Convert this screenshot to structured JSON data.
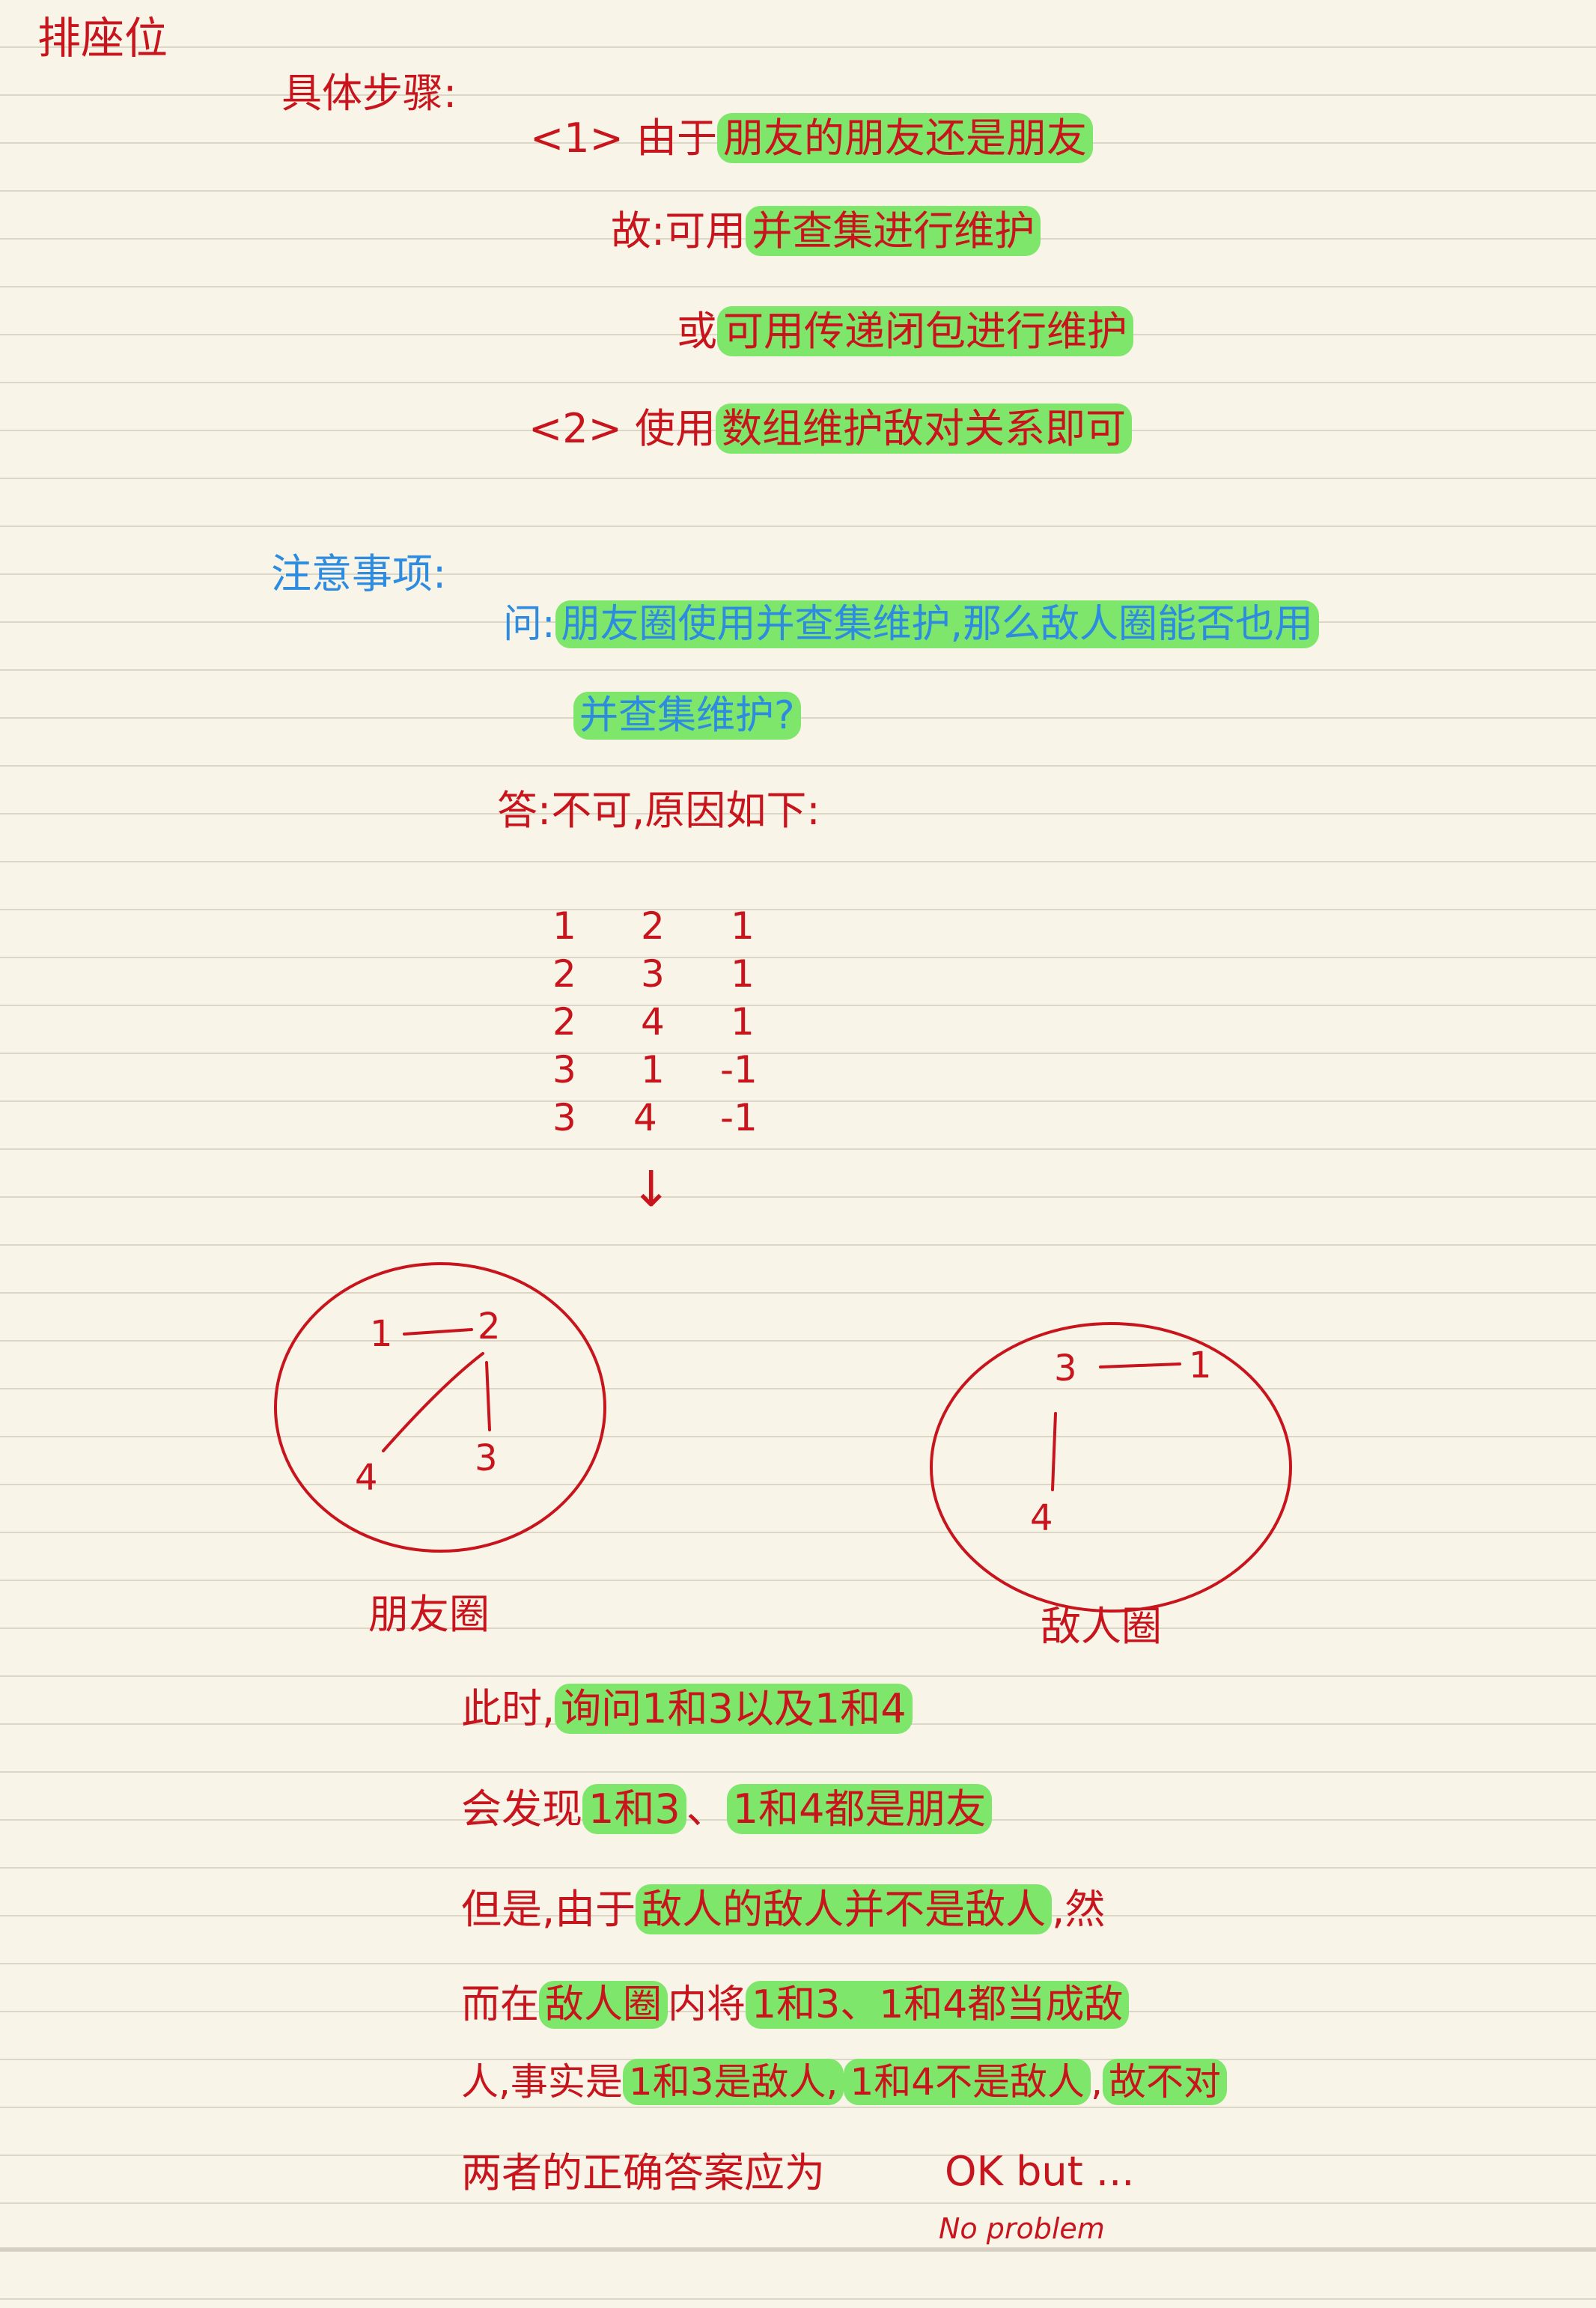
{
  "title": "排座位",
  "steps": {
    "heading": "具体步骤:",
    "s1_prefix": "<1> 由于",
    "s1_hl": "朋友的朋友还是朋友",
    "s2_prefix": "故:可用",
    "s2_hl": "并查集进行维护",
    "s3_prefix": "或",
    "s3_hl": "可用传递闭包进行维护",
    "s4_prefix": "<2> 使用",
    "s4_hl": "数组维护敌对关系即可"
  },
  "notes": {
    "heading": "注意事项:",
    "q_prefix": "问:",
    "q_hl1": "朋友圈使用并查集维护,那么敌人圈能否也用",
    "q_hl2": "并查集维护?",
    "answer": "答:不可,原因如下:"
  },
  "table": {
    "rows": [
      [
        "1",
        "2",
        "1"
      ],
      [
        "2",
        "3",
        "1"
      ],
      [
        "2",
        "4",
        "1"
      ],
      [
        "3",
        "1",
        "-1"
      ],
      [
        "3",
        "4",
        "-1"
      ]
    ],
    "arrow": "↓"
  },
  "graphs": {
    "friend": {
      "label": "朋友圈",
      "nodes": [
        "1",
        "2",
        "4",
        "3"
      ]
    },
    "enemy": {
      "label": "敌人圈",
      "nodes": [
        "3",
        "1",
        "4"
      ]
    }
  },
  "analysis": {
    "l1_prefix": "此时,",
    "l1_hl": "询问1和3以及1和4",
    "l2_prefix": "会发现",
    "l2_hl1": "1和3",
    "l2_mid": "、",
    "l2_hl2": "1和4都是朋友",
    "l3_prefix": "但是,由于",
    "l3_hl": "敌人的敌人并不是敌人",
    "l3_suffix": ",然",
    "l4_prefix": "而在",
    "l4_hl1": "敌人圈",
    "l4_mid": "内将",
    "l4_hl2": "1和3、1和4都当成敌",
    "l5_prefix": "人,事实是",
    "l5_hl1": "1和3是敌人,",
    "l5_hl2": "1和4不是敌人",
    "l5_mid": ",",
    "l5_hl3": "故不对",
    "l6": "两者的正确答案应为",
    "ok": "OK but ...",
    "no_problem": "No problem"
  },
  "colors": {
    "ink_red": "#c8141c",
    "ink_blue": "#2d8be0",
    "highlight": "#7ee66a",
    "paper": "#f8f4e8",
    "rule": "#dcd6c6"
  }
}
